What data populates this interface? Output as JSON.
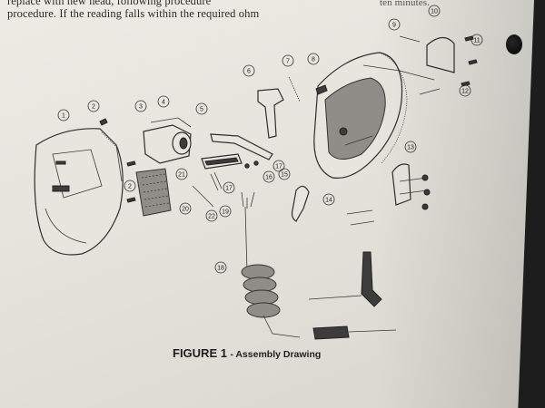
{
  "text": {
    "line1": "replace with new head, following procedure",
    "line2": "procedure.  If the reading falls within the required ohm",
    "line3": "ten minutes."
  },
  "figure": {
    "label": "FIGURE 1",
    "title": "- Assembly Drawing"
  },
  "callouts": [
    "1",
    "2",
    "3",
    "4",
    "5",
    "6",
    "7",
    "8",
    "9",
    "10",
    "11",
    "12",
    "13",
    "14",
    "15",
    "16",
    "17",
    "17",
    "18",
    "19",
    "20",
    "21",
    "22",
    "2"
  ]
}
